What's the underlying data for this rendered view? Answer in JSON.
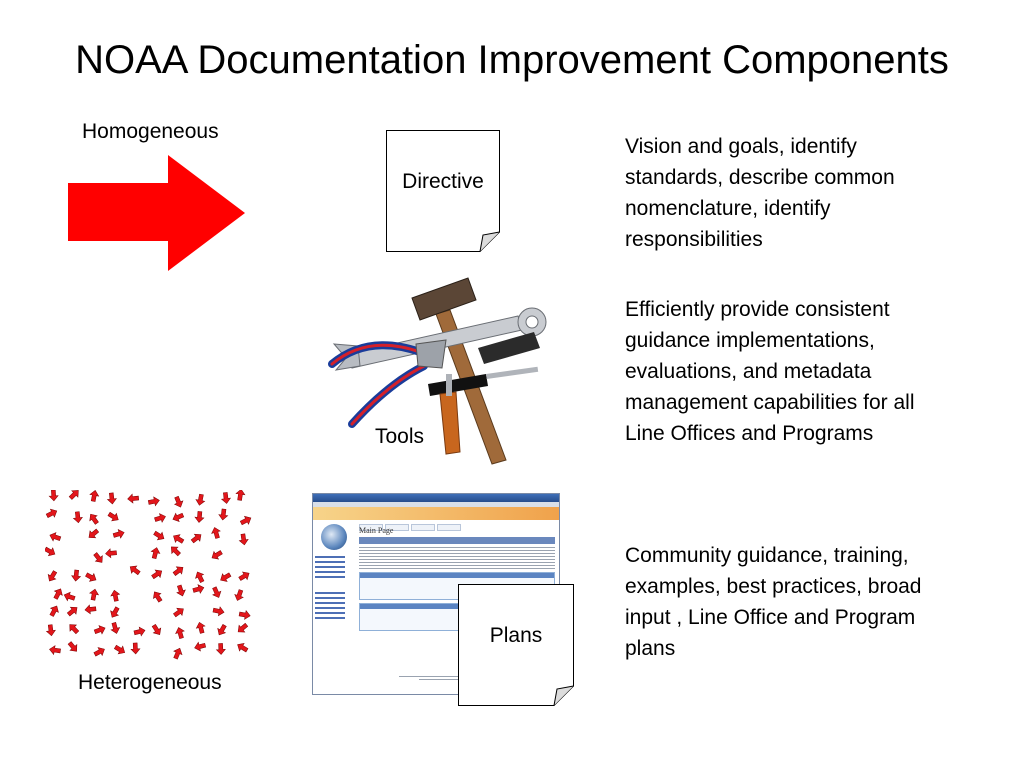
{
  "slide": {
    "title": "NOAA Documentation Improvement Components",
    "label_top": "Homogeneous",
    "label_bottom": "Heterogeneous"
  },
  "components": {
    "directive": {
      "label": "Directive",
      "description": "Vision and goals, identify standards, describe common nomenclature, identify responsibilities"
    },
    "tools": {
      "label": "Tools",
      "description": "Efficiently provide consistent guidance implementations, evaluations, and metadata management capabilities for all Line Offices and Programs"
    },
    "plans": {
      "label": "Plans",
      "description": "Community guidance, training, examples, best practices, broad input , Line Office and Program plans"
    }
  },
  "wiki": {
    "page_title": "Main Page"
  },
  "colors": {
    "arrow_red": "#ff0000",
    "small_arrow_red": "#e3161b"
  },
  "icons": {
    "top": "big-red-arrow-icon",
    "bottom": "scattered-red-arrows-icon",
    "tools": "tools-icon"
  }
}
